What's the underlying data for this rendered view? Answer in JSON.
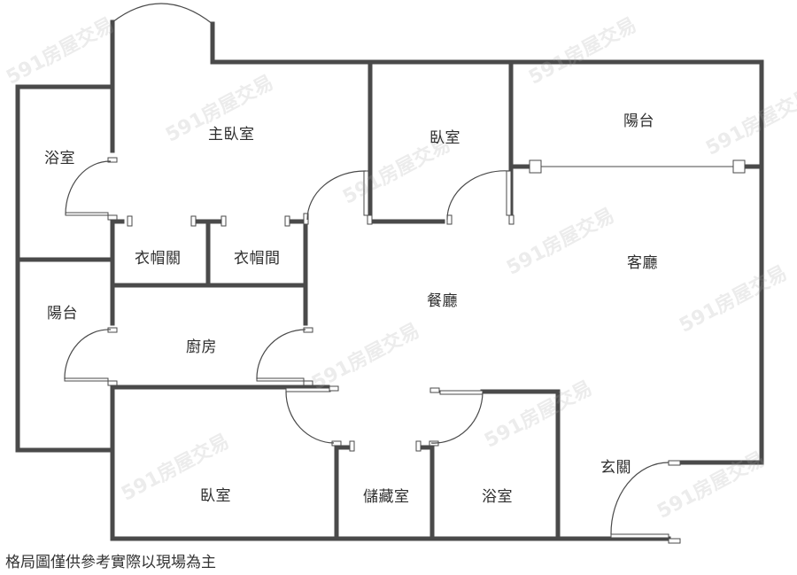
{
  "floorplan": {
    "wall_color": "#4a4a4a",
    "rooms": {
      "master_bedroom": "主臥室",
      "bathroom_master": "浴室",
      "closet_1": "衣帽關",
      "closet_2": "衣帽間",
      "balcony_west": "陽台",
      "kitchen": "廚房",
      "bedroom_north": "臥室",
      "balcony_north": "陽台",
      "living_room": "客廳",
      "dining_room": "餐廳",
      "bedroom_south": "臥室",
      "storage": "儲藏室",
      "bathroom_south": "浴室",
      "entrance": "玄關"
    },
    "disclaimer": "格局圖僅供參考實際以現場為主",
    "watermark": "591房屋交易"
  }
}
